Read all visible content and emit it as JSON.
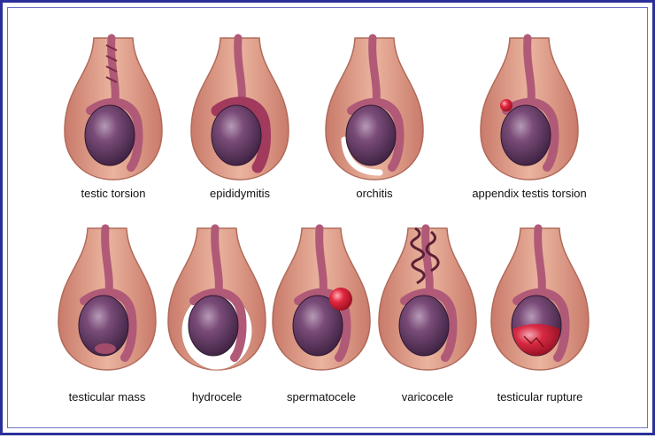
{
  "figure": {
    "row1": [
      {
        "label": "testic torsion",
        "condition": "torsion"
      },
      {
        "label": "epididymitis",
        "condition": "epididymitis"
      },
      {
        "label": "orchitis",
        "condition": "orchitis"
      },
      {
        "label": "appendix testis torsion",
        "condition": "appendix"
      }
    ],
    "row2": [
      {
        "label": "testicular mass",
        "condition": "mass"
      },
      {
        "label": "hydrocele",
        "condition": "hydrocele"
      },
      {
        "label": "spermatocele",
        "condition": "spermatocele"
      },
      {
        "label": "varicocele",
        "condition": "varicocele"
      },
      {
        "label": "testicular rupture",
        "condition": "rupture"
      }
    ]
  },
  "colors": {
    "frame": "#2a2f9a",
    "scrotum_fill": "#e0a08a",
    "scrotum_edge": "#b06a5a",
    "testis": "#5a3458",
    "epididymis": "#b05a78",
    "lesion_red": "#d81b35"
  }
}
